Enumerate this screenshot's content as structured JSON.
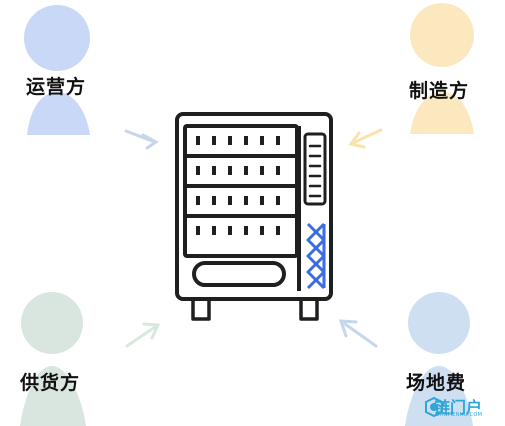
{
  "actors": [
    {
      "id": "operator",
      "label": "运营方",
      "color": "#c9d8f7"
    },
    {
      "id": "manufacturer",
      "label": "制造方",
      "color": "#fbe8bf"
    },
    {
      "id": "supplier",
      "label": "供货方",
      "color": "#d9e5df"
    },
    {
      "id": "venue",
      "label": "场地费",
      "color": "#cfdff2"
    }
  ],
  "machine": {
    "outline_color": "#1f1f1f",
    "accent_color": "#3a6ee0"
  },
  "arrow_color": "#c6d7ec",
  "watermark": {
    "text": "链门户",
    "subtext": "LIANMENHU.COM",
    "color": "#2fa6d8"
  }
}
